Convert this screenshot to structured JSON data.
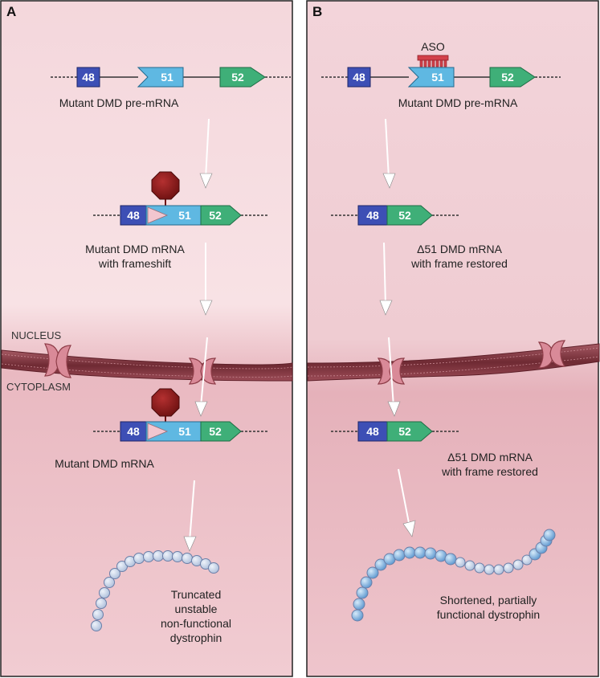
{
  "panels": {
    "a": {
      "letter": "A"
    },
    "b": {
      "letter": "B"
    }
  },
  "compartments": {
    "nucleus": "NUCLEUS",
    "cytoplasm": "CYTOPLASM"
  },
  "exons": {
    "e48": "48",
    "e51": "51",
    "e52": "52"
  },
  "aso": "ASO",
  "panel_a": {
    "pre_mrna": "Mutant DMD pre-mRNA",
    "mrna_line1": "Mutant DMD mRNA",
    "mrna_line2": "with frameshift",
    "cyto_mrna": "Mutant DMD mRNA",
    "protein_lines": [
      "Truncated",
      "unstable",
      "non-functional",
      "dystrophin"
    ]
  },
  "panel_b": {
    "pre_mrna": "Mutant DMD pre-mRNA",
    "mrna_line1": "Δ51 DMD mRNA",
    "mrna_line2": "with frame restored",
    "cyto_line1": "Δ51 DMD mRNA",
    "cyto_line2": "with frame restored",
    "protein_lines": [
      "Shortened, partially",
      "functional dystrophin"
    ]
  },
  "colors": {
    "exon48": "#3d4fb5",
    "exon51": "#5fb8e2",
    "exon52": "#3faf78",
    "stop_sign": "#8b1a1a",
    "aso": "#d2414a",
    "membrane": "#8e3d48",
    "protein_full": "#7fb3df",
    "protein_faded": "#c9d6ea"
  }
}
